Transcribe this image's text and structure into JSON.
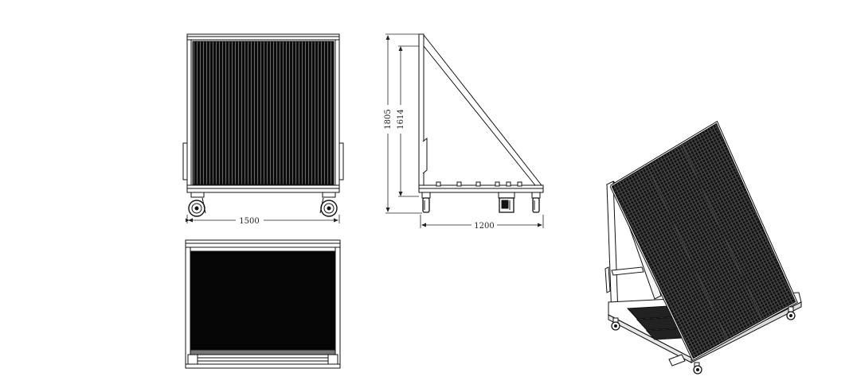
{
  "drawing": {
    "front_view": {
      "width_label": "1500"
    },
    "side_view": {
      "overall_height_label": "1805",
      "inner_height_label": "1614",
      "depth_label": "1200"
    }
  },
  "colors": {
    "line": "#111111",
    "panel": "#0d0d0d",
    "background": "#ffffff"
  }
}
